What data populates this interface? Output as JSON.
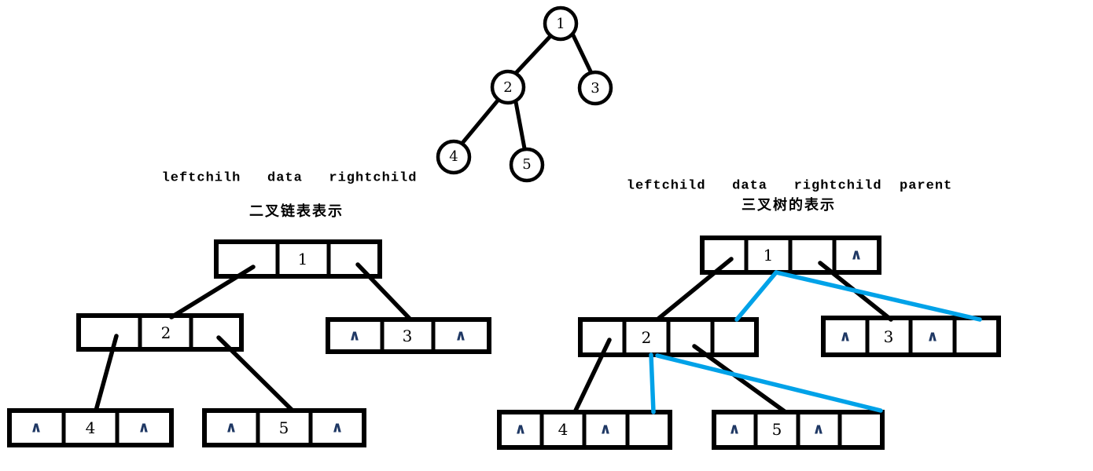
{
  "figure_title": "binary tree and its linked storage representations",
  "colors": {
    "stroke": "#000000",
    "parent_pointer": "#00A2E8",
    "null_glyph": "#1f3864",
    "background": "#ffffff"
  },
  "null_symbol": "∧",
  "tree": {
    "nodes": [
      {
        "label": "1"
      },
      {
        "label": "2"
      },
      {
        "label": "3"
      },
      {
        "label": "4"
      },
      {
        "label": "5"
      }
    ]
  },
  "left_section": {
    "header": "leftchilh   data   rightchild",
    "title": "二叉链表表示",
    "nodes": [
      {
        "name": "node-1",
        "cells": [
          "",
          "1",
          ""
        ]
      },
      {
        "name": "node-2",
        "cells": [
          "",
          "2",
          ""
        ]
      },
      {
        "name": "node-3",
        "cells": [
          "∧",
          "3",
          "∧"
        ]
      },
      {
        "name": "node-4",
        "cells": [
          "∧",
          "4",
          "∧"
        ]
      },
      {
        "name": "node-5",
        "cells": [
          "∧",
          "5",
          "∧"
        ]
      }
    ]
  },
  "right_section": {
    "header": "leftchild   data   rightchild  parent",
    "title": "三叉树的表示",
    "nodes": [
      {
        "name": "node-1",
        "cells": [
          "",
          "1",
          "",
          "∧"
        ]
      },
      {
        "name": "node-2",
        "cells": [
          "",
          "2",
          "",
          ""
        ]
      },
      {
        "name": "node-3",
        "cells": [
          "∧",
          "3",
          "∧",
          ""
        ]
      },
      {
        "name": "node-4",
        "cells": [
          "∧",
          "4",
          "∧",
          ""
        ]
      },
      {
        "name": "node-5",
        "cells": [
          "∧",
          "5",
          "∧",
          ""
        ]
      }
    ]
  }
}
